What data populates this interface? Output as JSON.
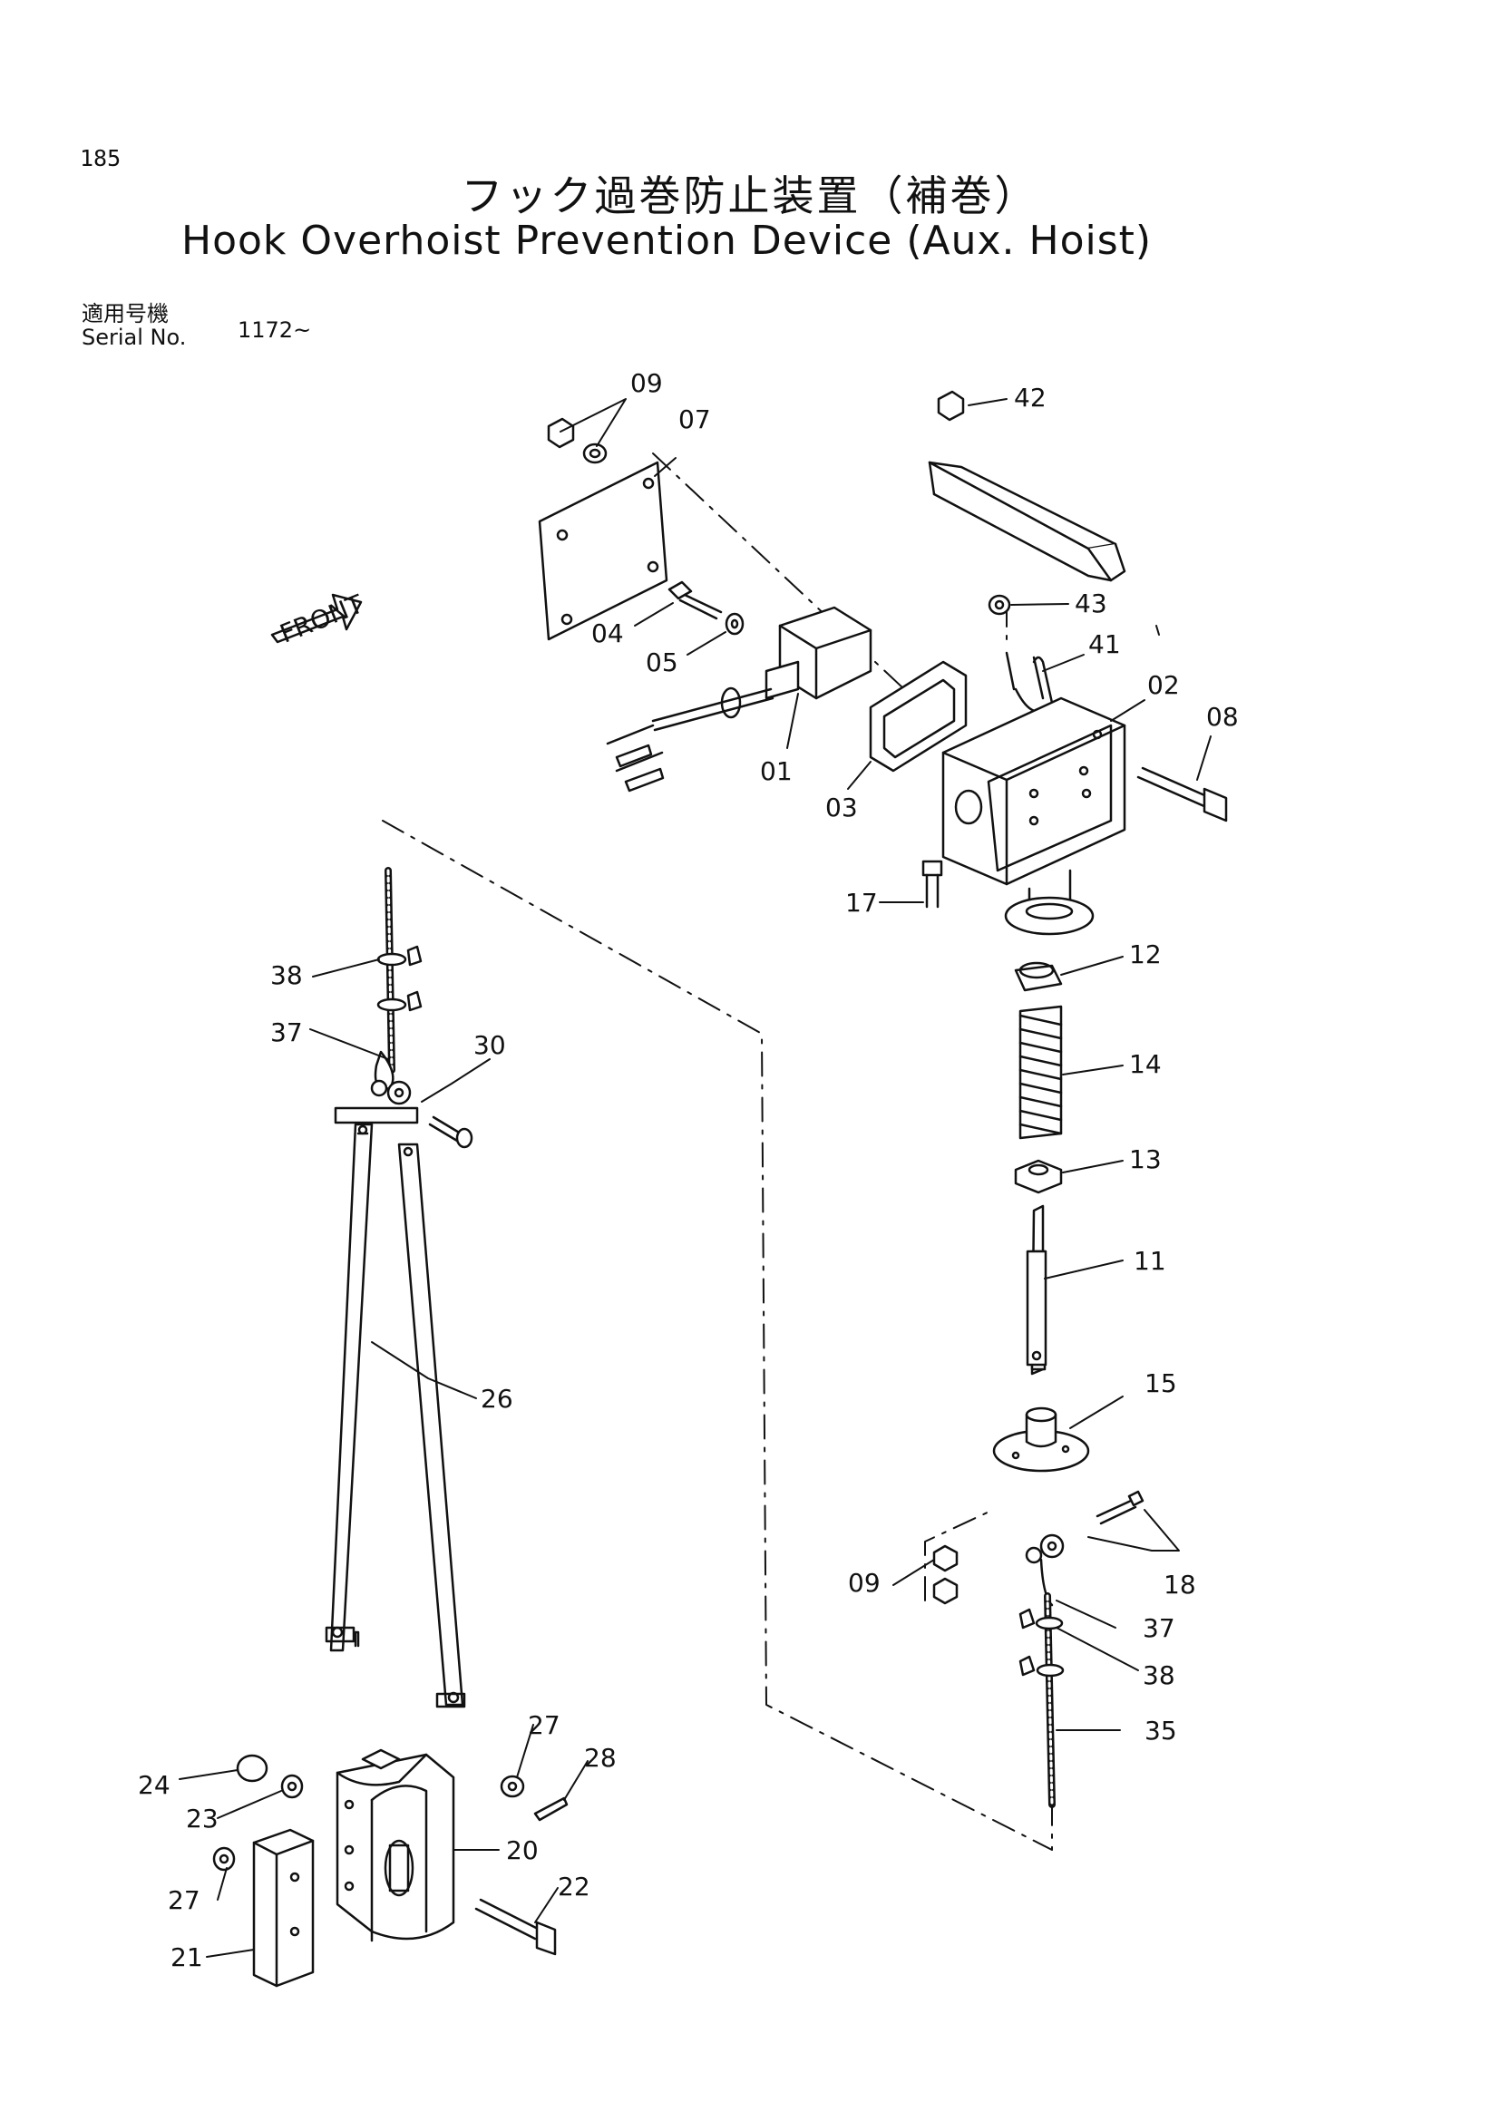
{
  "page": {
    "number": "185",
    "title_jp": "フック過巻防止装置（補巻）",
    "title_en": "Hook Overhoist Prevention Device (Aux. Hoist)",
    "serial_label_jp": "適用号機",
    "serial_label_en": "Serial No.",
    "serial_value": "1172~"
  },
  "front_arrow_label": "FRONT",
  "part_labels": [
    "09",
    "07",
    "42",
    "43",
    "41",
    "04",
    "05",
    "02",
    "08",
    "01",
    "03",
    "17",
    "12",
    "38",
    "37",
    "30",
    "14",
    "13",
    "11",
    "26",
    "15",
    "09",
    "18",
    "37",
    "38",
    "35",
    "27",
    "28",
    "24",
    "23",
    "20",
    "22",
    "27",
    "21"
  ]
}
